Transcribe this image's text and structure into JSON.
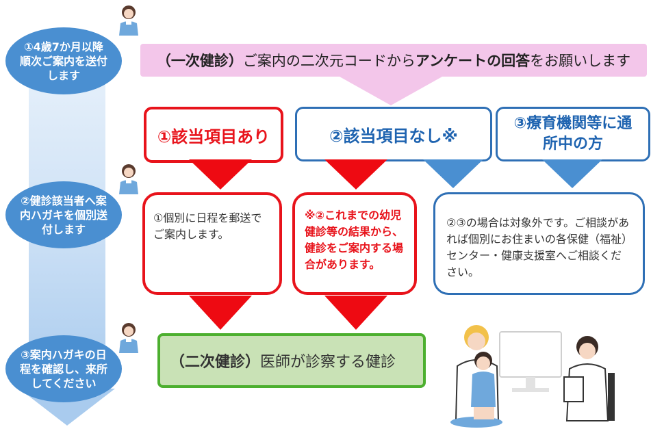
{
  "steps": [
    {
      "text": "①4歳7か月以降順次ご案内を送付します"
    },
    {
      "text": "②健診該当者へ案内ハガキを個別送付します"
    },
    {
      "text": "③案内ハガキの日程を確認し、来所してください"
    }
  ],
  "banner": {
    "label": "（一次健診）",
    "text1": "ご案内の二次元コードから",
    "bold1": "アンケートの回答",
    "text2": "をお願いします"
  },
  "choices": [
    {
      "text": "①該当項目あり"
    },
    {
      "text": "②該当項目なし※"
    },
    {
      "text": "③療育機関等に通所中の方"
    }
  ],
  "info": [
    {
      "text": "①個別に日程を郵送でご案内します。"
    },
    {
      "text": "※②これまでの幼児健診等の結果から、健診をご案内する場合があります。"
    },
    {
      "text": "②③の場合は対象外です。ご相談があれば個別にお住まいの各保健（福祉）センター・健康支援室へご相談ください。"
    }
  ],
  "final": {
    "label": "（二次健診）",
    "text": "医師が診察する健診"
  },
  "colors": {
    "step_oval": "#4a8fd1",
    "banner": "#f3c6ea",
    "red": "#e8131b",
    "blue": "#2e6fb5",
    "final_fill": "#c9e2b6",
    "final_border": "#4caf2f"
  },
  "icons": [
    "nurse-icon",
    "doctor-consultation-illustration"
  ]
}
